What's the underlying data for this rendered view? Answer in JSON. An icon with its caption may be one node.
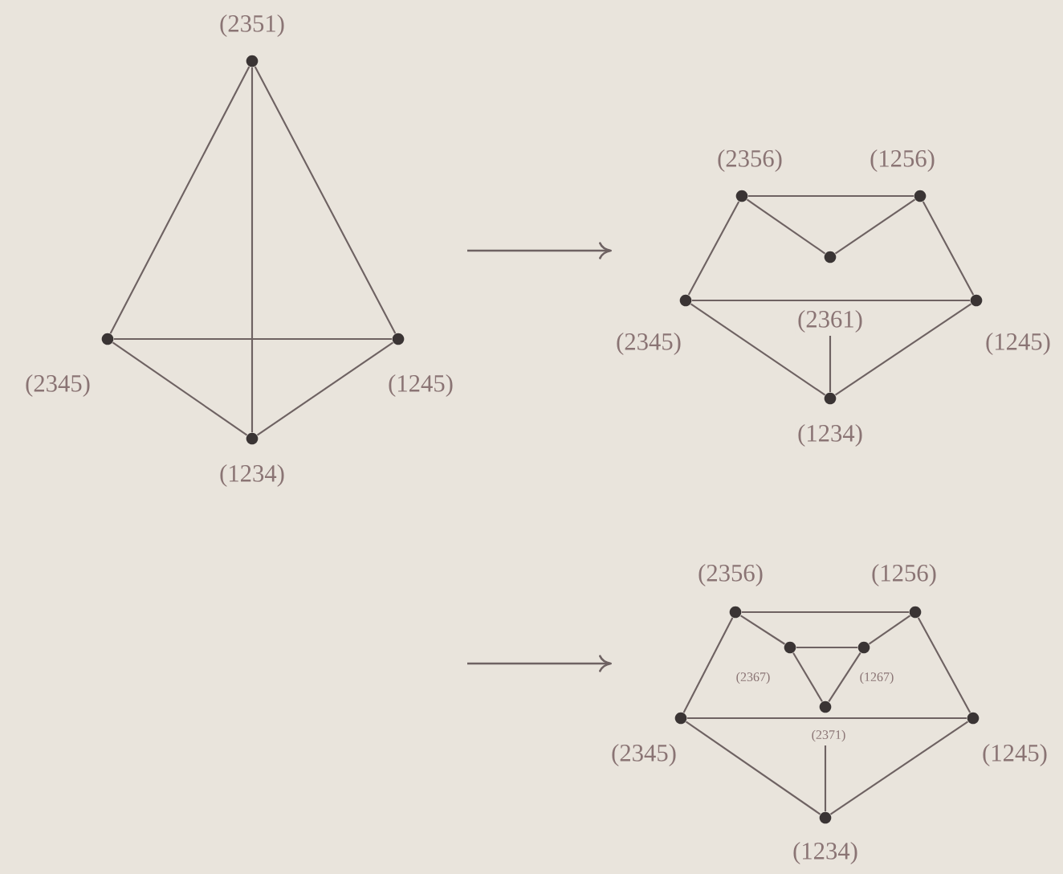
{
  "diagram": {
    "nodes": [
      {
        "text": [
          "(2351)"
        ]
      },
      {
        "text": [
          "(2345)"
        ]
      },
      {
        "text": [
          "(1245)"
        ]
      },
      {
        "text": [
          "(1234)"
        ]
      },
      {
        "text": [
          "(2356)"
        ]
      },
      {
        "text": [
          "(1256)"
        ]
      },
      {
        "text": [
          "(2361)"
        ]
      },
      {
        "text": [
          "(2345)"
        ]
      },
      {
        "text": [
          "(1245)"
        ]
      },
      {
        "text": [
          "(1234)"
        ]
      },
      {
        "text": [
          "(2356)"
        ]
      },
      {
        "text": [
          "(1256)"
        ]
      },
      {
        "text": [
          "(2367)"
        ]
      },
      {
        "text": [
          "(1267)"
        ]
      },
      {
        "text": [
          "(2371)"
        ]
      },
      {
        "text": [
          "(2345)"
        ]
      },
      {
        "text": [
          "(1245)"
        ]
      },
      {
        "text": [
          "(1234)"
        ]
      }
    ],
    "edges": [
      {
        "from": 0,
        "to": 1,
        "arrow": "none"
      },
      {
        "from": 0,
        "to": 2,
        "arrow": "none"
      },
      {
        "from": 0,
        "to": 3,
        "arrow": "none"
      },
      {
        "from": 1,
        "to": 2,
        "arrow": "none"
      },
      {
        "from": 1,
        "to": 3,
        "arrow": "none"
      },
      {
        "from": 2,
        "to": 3,
        "arrow": "none"
      },
      {
        "from": 4,
        "to": 5,
        "arrow": "none"
      },
      {
        "from": 4,
        "to": 7,
        "arrow": "none"
      },
      {
        "from": 5,
        "to": 8,
        "arrow": "none"
      },
      {
        "from": 4,
        "to": 6,
        "arrow": "none"
      },
      {
        "from": 5,
        "to": 6,
        "arrow": "none"
      },
      {
        "from": 7,
        "to": 8,
        "arrow": "none"
      },
      {
        "from": 6,
        "to": 9,
        "arrow": "none"
      },
      {
        "from": 7,
        "to": 9,
        "arrow": "none"
      },
      {
        "from": 8,
        "to": 9,
        "arrow": "none"
      },
      {
        "from": 10,
        "to": 11,
        "arrow": "none"
      },
      {
        "from": 10,
        "to": 15,
        "arrow": "none"
      },
      {
        "from": 11,
        "to": 16,
        "arrow": "none"
      },
      {
        "from": 10,
        "to": 12,
        "arrow": "none"
      },
      {
        "from": 11,
        "to": 13,
        "arrow": "none"
      },
      {
        "from": 12,
        "to": 13,
        "arrow": "none"
      },
      {
        "from": 12,
        "to": 14,
        "arrow": "none"
      },
      {
        "from": 13,
        "to": 14,
        "arrow": "none"
      },
      {
        "from": 15,
        "to": 16,
        "arrow": "none"
      },
      {
        "from": 14,
        "to": 17,
        "arrow": "none"
      },
      {
        "from": 15,
        "to": 17,
        "arrow": "none"
      },
      {
        "from": 16,
        "to": 17,
        "arrow": "none"
      }
    ]
  }
}
